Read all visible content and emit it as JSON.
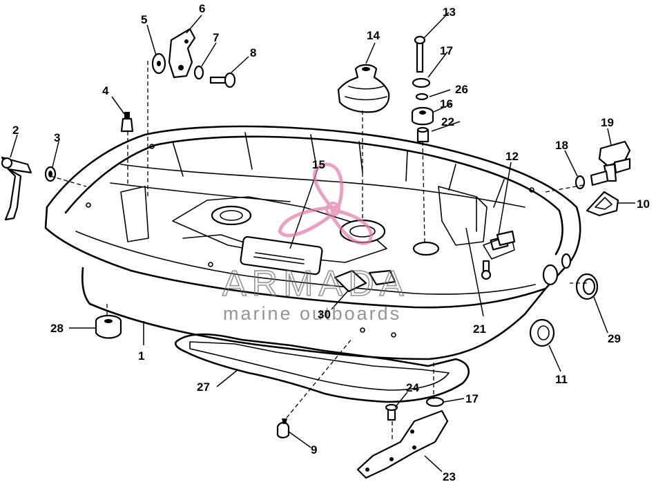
{
  "diagram": {
    "callouts": [
      {
        "id": "c1",
        "label": "1"
      },
      {
        "id": "c2",
        "label": "2"
      },
      {
        "id": "c3",
        "label": "3"
      },
      {
        "id": "c4",
        "label": "4"
      },
      {
        "id": "c5",
        "label": "5"
      },
      {
        "id": "c6",
        "label": "6"
      },
      {
        "id": "c7",
        "label": "7"
      },
      {
        "id": "c8",
        "label": "8"
      },
      {
        "id": "c9",
        "label": "9"
      },
      {
        "id": "c10",
        "label": "10"
      },
      {
        "id": "c11",
        "label": "11"
      },
      {
        "id": "c12",
        "label": "12"
      },
      {
        "id": "c13",
        "label": "13"
      },
      {
        "id": "c14",
        "label": "14"
      },
      {
        "id": "c15",
        "label": "15"
      },
      {
        "id": "c16",
        "label": "16"
      },
      {
        "id": "c17a",
        "label": "17"
      },
      {
        "id": "c17b",
        "label": "17"
      },
      {
        "id": "c18",
        "label": "18"
      },
      {
        "id": "c19",
        "label": "19"
      },
      {
        "id": "c21",
        "label": "21"
      },
      {
        "id": "c22",
        "label": "22"
      },
      {
        "id": "c23",
        "label": "23"
      },
      {
        "id": "c24",
        "label": "24"
      },
      {
        "id": "c26",
        "label": "26"
      },
      {
        "id": "c27",
        "label": "27"
      },
      {
        "id": "c28",
        "label": "28"
      },
      {
        "id": "c29",
        "label": "29"
      },
      {
        "id": "c30",
        "label": "30"
      }
    ]
  },
  "watermark": {
    "title": "ARMADA",
    "subtitle": "marine outboards",
    "logo_color": "#e07aa8"
  }
}
